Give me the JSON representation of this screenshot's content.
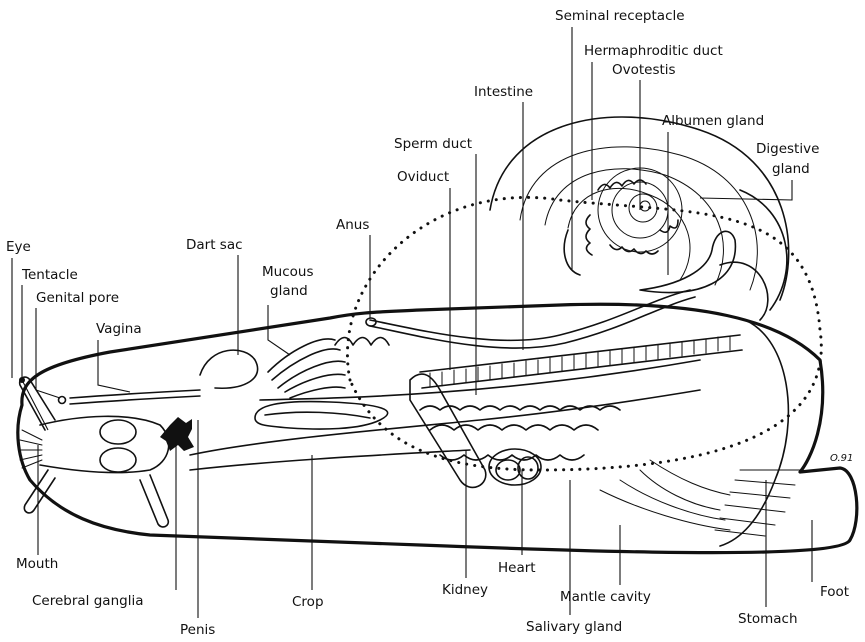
{
  "watermark": "O.91",
  "labels": {
    "eye": "Eye",
    "tentacle": "Tentacle",
    "genital_pore": "Genital pore",
    "vagina": "Vagina",
    "dart_sac": "Dart sac",
    "mucous_gland_1": "Mucous",
    "mucous_gland_2": "gland",
    "anus": "Anus",
    "oviduct": "Oviduct",
    "sperm_duct": "Sperm duct",
    "intestine": "Intestine",
    "seminal_receptacle": "Seminal receptacle",
    "hermaphroditic_duct": "Hermaphroditic duct",
    "ovotestis": "Ovotestis",
    "albumen_gland": "Albumen gland",
    "digestive_gland_1": "Digestive",
    "digestive_gland_2": "gland",
    "mouth": "Mouth",
    "cerebral_ganglia": "Cerebral ganglia",
    "penis": "Penis",
    "crop": "Crop",
    "kidney": "Kidney",
    "heart": "Heart",
    "salivary_gland": "Salivary gland",
    "mantle_cavity": "Mantle cavity",
    "stomach": "Stomach",
    "foot": "Foot"
  }
}
